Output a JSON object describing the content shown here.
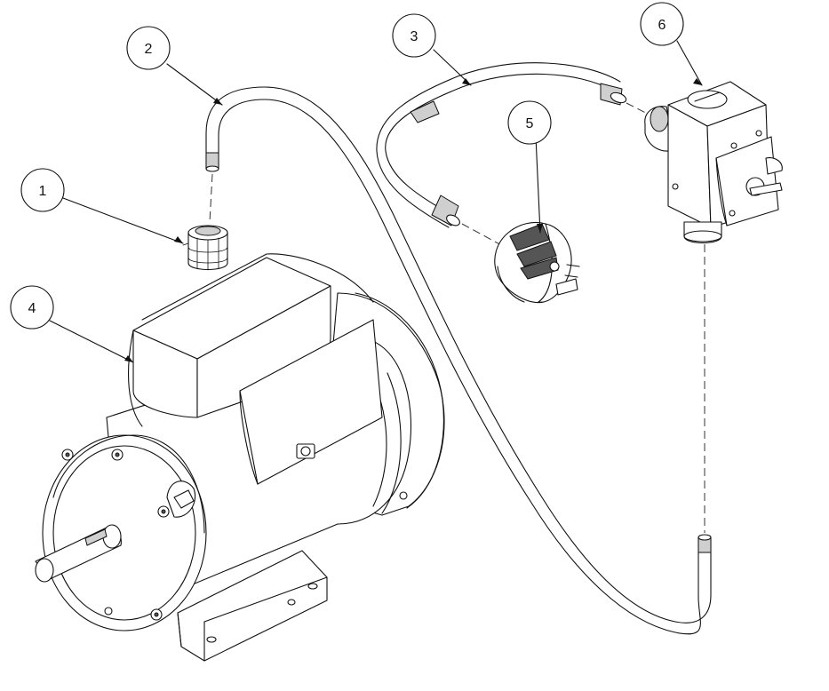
{
  "diagram": {
    "callouts": [
      {
        "id": "1",
        "label": "1"
      },
      {
        "id": "2",
        "label": "2"
      },
      {
        "id": "3",
        "label": "3"
      },
      {
        "id": "4",
        "label": "4"
      },
      {
        "id": "5",
        "label": "5"
      },
      {
        "id": "6",
        "label": "6"
      }
    ],
    "colors": {
      "line": "#111111",
      "background": "#ffffff",
      "shade": "#cfcfcf"
    }
  }
}
